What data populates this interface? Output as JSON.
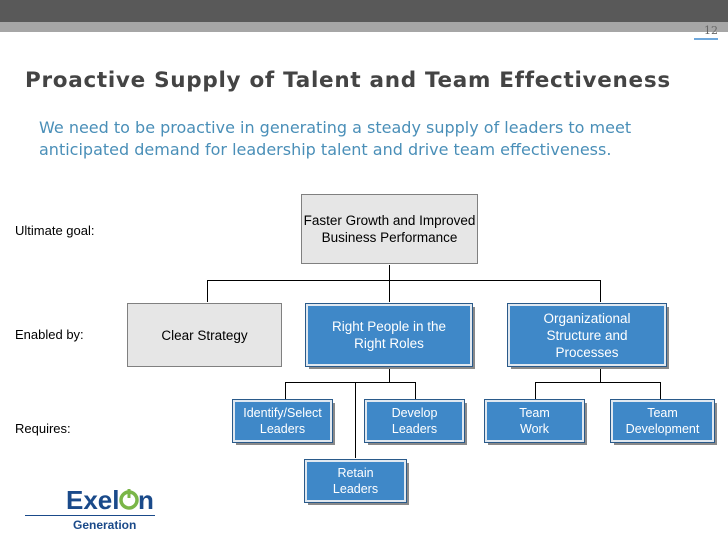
{
  "slide": {
    "number": "12"
  },
  "title": "Proactive Supply of Talent and Team Effectiveness",
  "subtitle": "We need to be proactive in generating a steady supply of leaders to meet anticipated demand for leadership talent and drive team effectiveness.",
  "labels": {
    "ultimate_goal": "Ultimate goal:",
    "enabled_by": "Enabled by:",
    "requires": "Requires:"
  },
  "boxes": {
    "goal": "Faster Growth and Improved Business Performance",
    "clear_strategy": "Clear Strategy",
    "right_people": "Right People in the Right Roles",
    "org_structure": "Organizational Structure and Processes",
    "identify": "Identify/Select Leaders",
    "develop": "Develop Leaders",
    "retain": "Retain Leaders",
    "team_work": "Team Work",
    "team_dev": "Team Development"
  },
  "logo": {
    "name": "Exelon",
    "sub": "Generation"
  },
  "colors": {
    "box_blue": "#3f88c8",
    "subtitle_blue": "#4a8fb8",
    "logo_blue": "#1a4a8a",
    "logo_green": "#7ab648"
  }
}
